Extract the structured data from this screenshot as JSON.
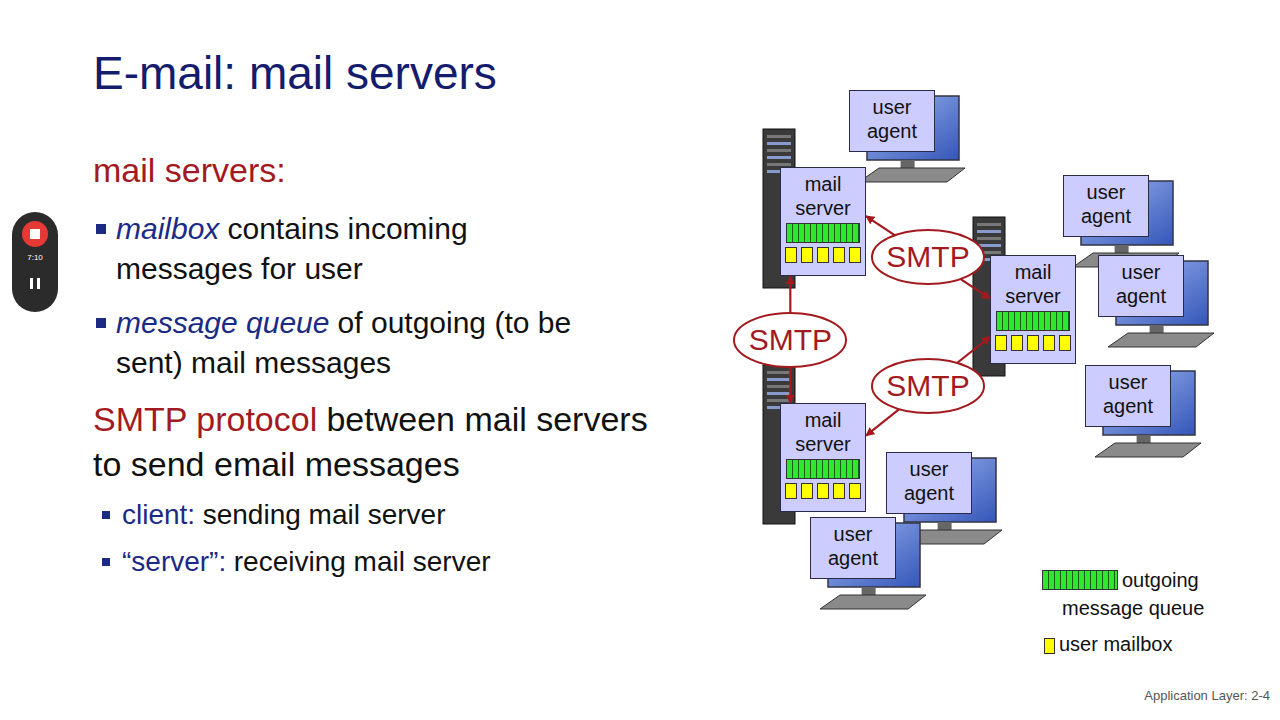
{
  "diagram": {
    "title": "E-mail: mail servers",
    "nodes": [
      {
        "text": [
          "user agent"
        ]
      },
      {
        "text": [
          "mail server"
        ]
      },
      {
        "text": [
          "user agent"
        ]
      },
      {
        "text": [
          "mail server"
        ]
      },
      {
        "text": [
          "user agent"
        ]
      },
      {
        "text": [
          "user agent"
        ]
      },
      {
        "text": [
          "mail server"
        ]
      },
      {
        "text": [
          "user agent"
        ]
      },
      {
        "text": [
          "user agent"
        ]
      }
    ],
    "edges": [
      {
        "from": 1,
        "to": 3,
        "label": "SMTP",
        "arrow": "both"
      },
      {
        "from": 1,
        "to": 6,
        "label": "SMTP",
        "arrow": "both"
      },
      {
        "from": 6,
        "to": 3,
        "label": "SMTP",
        "arrow": "both"
      }
    ],
    "labels": [
      "7:10",
      "mail servers:",
      "mailbox",
      "contains incoming messages for user",
      "message queue",
      "of outgoing (to be sent) mail messages",
      "SMTP protocol",
      "between mail servers to send email messages",
      "client:",
      "sending mail server",
      "“server”:",
      "receiving mail server",
      "Application Layer: 2-4"
    ],
    "legend": [
      {
        "text": "outgoing message queue",
        "color": "#2ee82e"
      },
      {
        "text": "user mailbox",
        "color": "#ffff00"
      }
    ]
  }
}
